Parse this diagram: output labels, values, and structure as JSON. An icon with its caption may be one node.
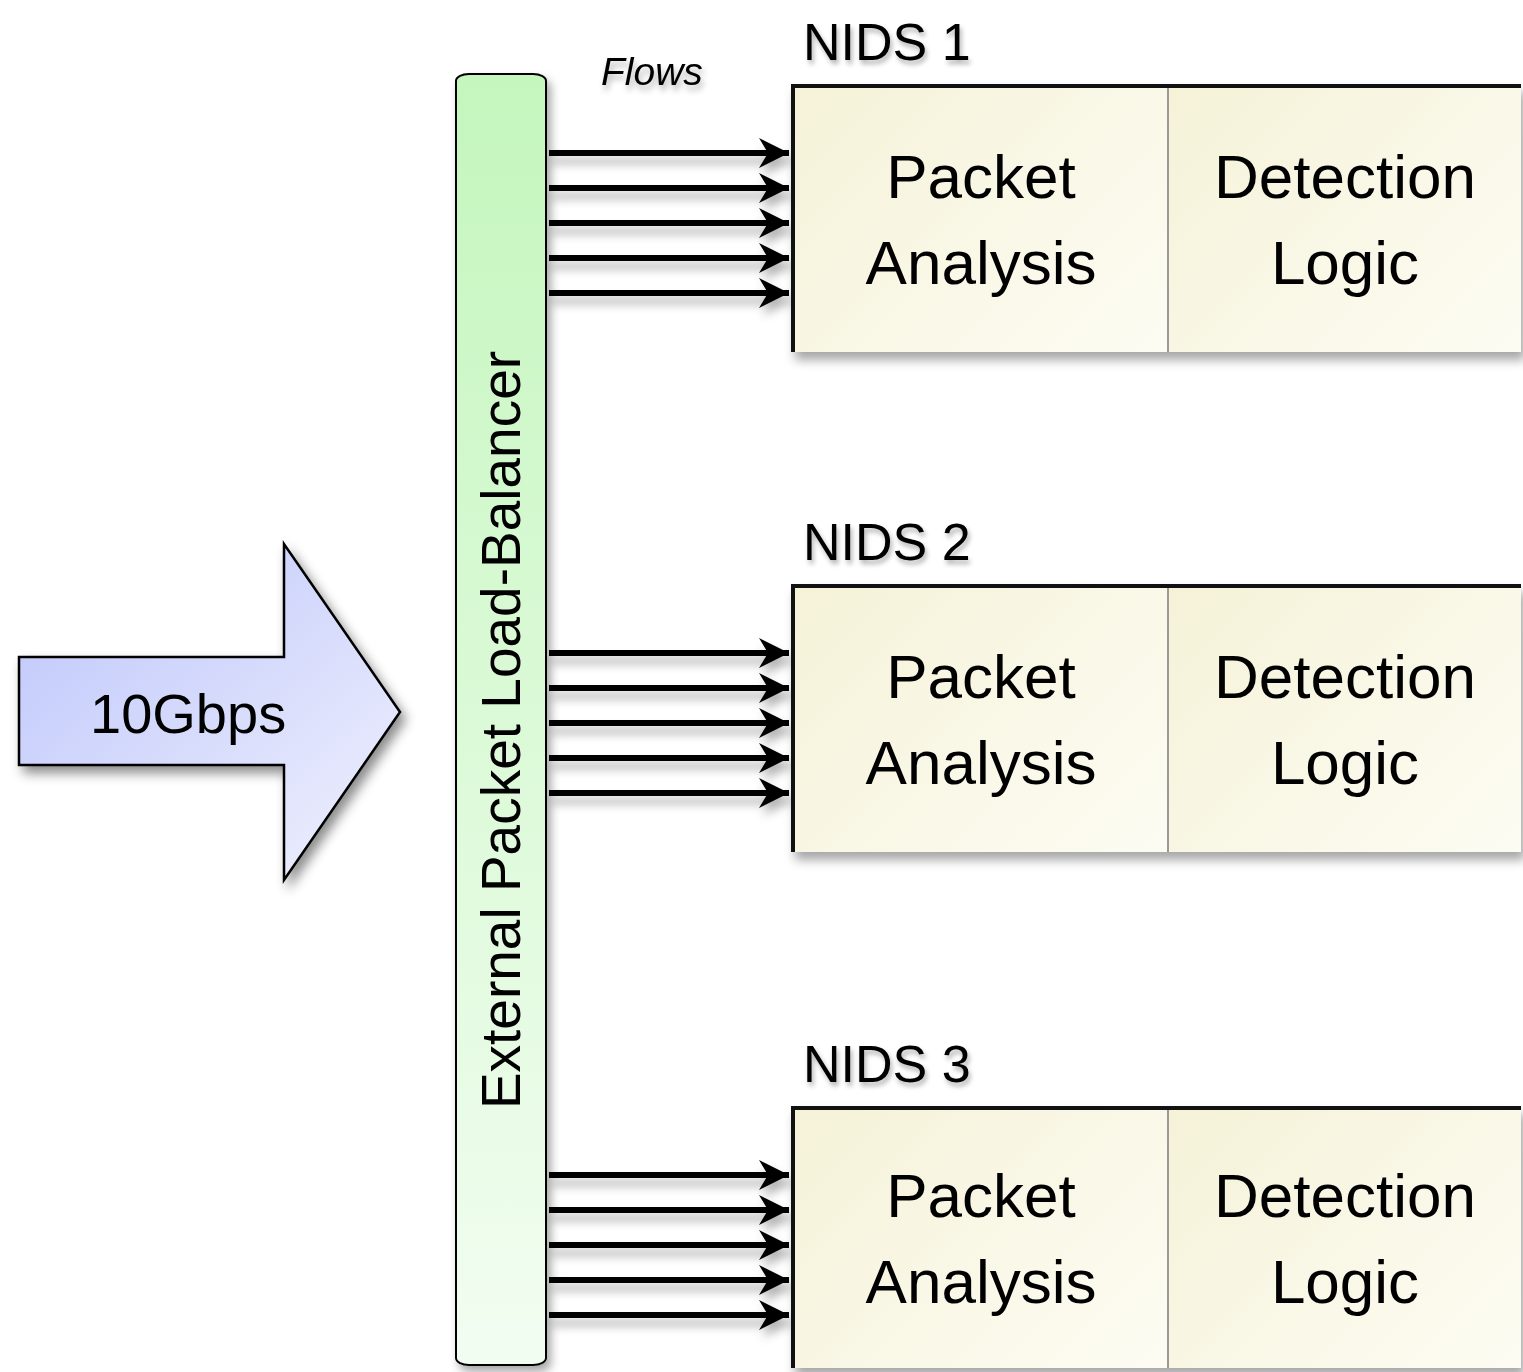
{
  "diagram": {
    "nodes": [
      {
        "text": [
          "10Gbps"
        ]
      },
      {
        "text": [
          "External Packet Load-Balancer"
        ]
      },
      {
        "text": [
          "NIDS 1"
        ]
      },
      {
        "text": [
          "Packet Analysis"
        ],
        "in": 2
      },
      {
        "text": [
          "Detection Logic"
        ],
        "in": 2
      },
      {
        "text": [
          "NIDS 2"
        ]
      },
      {
        "text": [
          "Packet Analysis"
        ],
        "in": 5
      },
      {
        "text": [
          "Detection Logic"
        ],
        "in": 5
      },
      {
        "text": [
          "NIDS 3"
        ]
      },
      {
        "text": [
          "Packet Analysis"
        ],
        "in": 8
      },
      {
        "text": [
          "Detection Logic"
        ],
        "in": 8
      }
    ],
    "edges": [
      {
        "from": 1,
        "to": 2,
        "arrow": "to"
      },
      {
        "from": 1,
        "to": 2,
        "arrow": "to"
      },
      {
        "from": 1,
        "to": 2,
        "arrow": "to"
      },
      {
        "from": 1,
        "to": 2,
        "arrow": "to"
      },
      {
        "from": 1,
        "to": 2,
        "arrow": "to"
      },
      {
        "from": 1,
        "to": 5,
        "arrow": "to"
      },
      {
        "from": 1,
        "to": 5,
        "arrow": "to"
      },
      {
        "from": 1,
        "to": 5,
        "arrow": "to"
      },
      {
        "from": 1,
        "to": 5,
        "arrow": "to"
      },
      {
        "from": 1,
        "to": 5,
        "arrow": "to"
      },
      {
        "from": 1,
        "to": 8,
        "arrow": "to"
      },
      {
        "from": 1,
        "to": 8,
        "arrow": "to"
      },
      {
        "from": 1,
        "to": 8,
        "arrow": "to"
      },
      {
        "from": 1,
        "to": 8,
        "arrow": "to"
      },
      {
        "from": 1,
        "to": 8,
        "arrow": "to"
      }
    ],
    "labels": [
      "Flows"
    ]
  }
}
